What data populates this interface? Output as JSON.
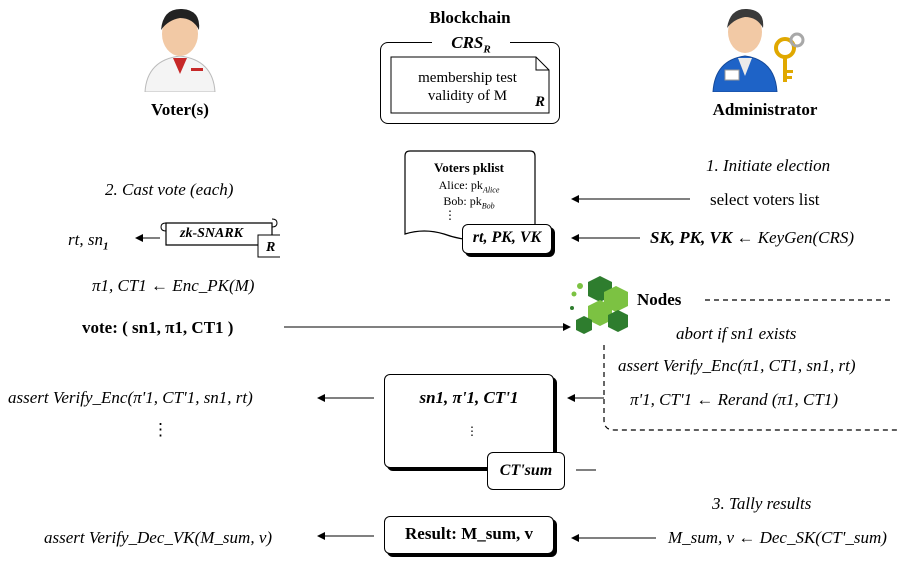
{
  "title": "Blockchain",
  "parties": {
    "voter": "Voter(s)",
    "admin": "Administrator"
  },
  "blockchain": {
    "crs": "CRS",
    "crs_sub": "R",
    "doc_line1": "membership test",
    "doc_line2": "validity of M",
    "doc_tag": "R"
  },
  "steps": {
    "initiate": "1. Initiate election",
    "cast": "2. Cast vote (each)",
    "tally": "3. Tally results"
  },
  "admin_actions": {
    "select": "select voters list",
    "keygen_lhs": "SK, PK, VK",
    "keygen_rhs": "← KeyGen(CRS)",
    "decrypt": "M_sum, v ← Dec_SK(CT'_sum)"
  },
  "pklist": {
    "title": "Voters pklist",
    "alice": "Alice: pk",
    "alice_sub": "Alice",
    "bob": "Bob: pk",
    "bob_sub": "Bob",
    "dots": "⋮",
    "params": "rt, PK, VK"
  },
  "voter_side": {
    "rt_sn": "rt, sn",
    "sn_sub": "1",
    "zk": "zk-SNARK",
    "zk_tag": "R",
    "enc": "π1, CT1 ← Enc_PK(M)",
    "vote": "vote: ( sn1, π1, CT1 )",
    "assert_enc": "assert Verify_Enc(π'1, CT'1, sn1, rt)",
    "dots": "⋮",
    "assert_dec": "assert Verify_Dec_VK(M_sum, v)"
  },
  "nodes": {
    "label": "Nodes",
    "abort": "abort if sn1 exists",
    "assert": "assert Verify_Enc(π1, CT1, sn1, rt)",
    "rerand": "π'1, CT'1 ← Rerand (π1, CT1)"
  },
  "ledger": {
    "entry": "sn1, π'1, CT'1",
    "dots": "⋮",
    "ct_sum": "CT'sum",
    "result": "Result: M_sum, v"
  },
  "colors": {
    "node_dark": "#2e7d2e",
    "node_light": "#7cc242",
    "skin": "#f2c9a5"
  }
}
